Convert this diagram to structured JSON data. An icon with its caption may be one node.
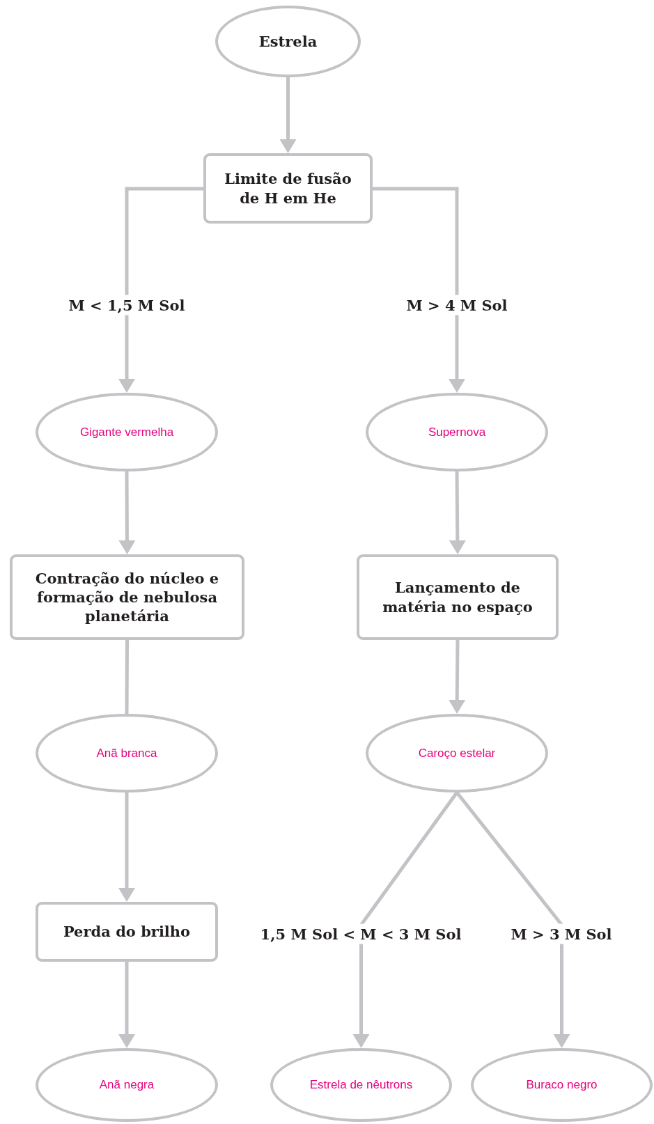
{
  "diagram": {
    "nodes": [
      {
        "text": [
          "Estrela"
        ]
      },
      {
        "text": [
          "Limite de fusão de H em He"
        ]
      },
      {
        "text": [
          "Gigante vermelha"
        ]
      },
      {
        "text": [
          "Supernova"
        ]
      },
      {
        "text": [
          "Contração do núcleo e formação de nebulosa planetária"
        ]
      },
      {
        "text": [
          "Lançamento de matéria no espaço"
        ]
      },
      {
        "text": [
          "Anã branca"
        ]
      },
      {
        "text": [
          "Caroço estelar"
        ]
      },
      {
        "text": [
          "Perda do brilho"
        ]
      },
      {
        "text": [
          "Anã negra"
        ]
      },
      {
        "text": [
          "Estrela de nêutrons"
        ]
      },
      {
        "text": [
          "Buraco negro"
        ]
      }
    ],
    "edges": [
      {
        "from": 0,
        "to": 1,
        "arrow": "to"
      },
      {
        "from": 1,
        "to": 2,
        "arrow": "to",
        "label": "M < 1,5 M Sol"
      },
      {
        "from": 1,
        "to": 3,
        "arrow": "to",
        "label": "M > 4 M Sol"
      },
      {
        "from": 2,
        "to": 4,
        "arrow": "to"
      },
      {
        "from": 3,
        "to": 5,
        "arrow": "to"
      },
      {
        "from": 4,
        "to": 6,
        "arrow": "none"
      },
      {
        "from": 5,
        "to": 7,
        "arrow": "to"
      },
      {
        "from": 6,
        "to": 8,
        "arrow": "to"
      },
      {
        "from": 7,
        "to": 10,
        "arrow": "to",
        "label": "1,5 M Sol < M < 3 M Sol"
      },
      {
        "from": 7,
        "to": 11,
        "arrow": "to",
        "label": "M > 3 M Sol"
      },
      {
        "from": 8,
        "to": 9,
        "arrow": "to"
      }
    ]
  }
}
